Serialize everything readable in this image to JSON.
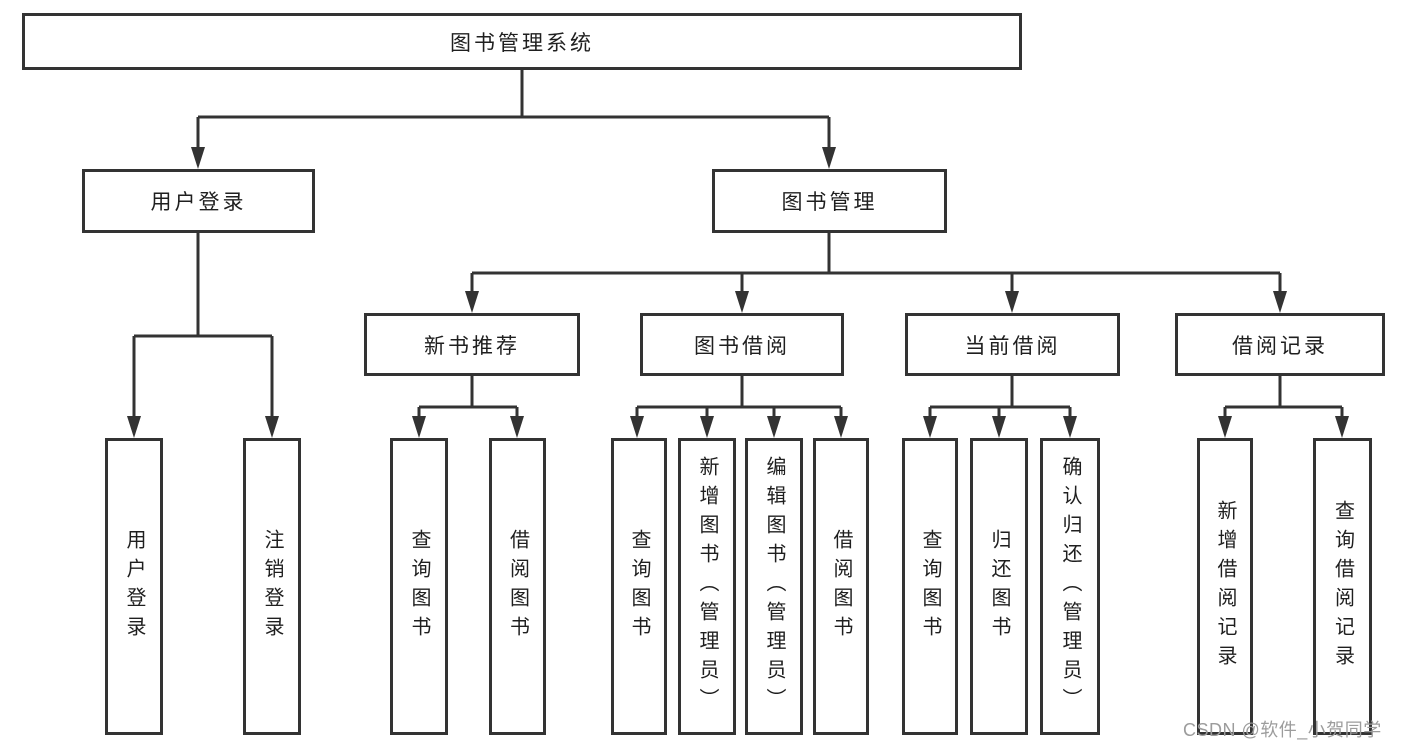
{
  "diagram": {
    "root": {
      "label": "图书管理系统"
    },
    "level2": [
      {
        "label": "用户登录"
      },
      {
        "label": "图书管理"
      }
    ],
    "level3": [
      {
        "label": "新书推荐"
      },
      {
        "label": "图书借阅"
      },
      {
        "label": "当前借阅"
      },
      {
        "label": "借阅记录"
      }
    ],
    "leaves": [
      {
        "label": "用户登录"
      },
      {
        "label": "注销登录"
      },
      {
        "label": "查询图书"
      },
      {
        "label": "借阅图书"
      },
      {
        "label": "查询图书"
      },
      {
        "label": "新增图书（管理员）"
      },
      {
        "label": "编辑图书（管理员）"
      },
      {
        "label": "借阅图书"
      },
      {
        "label": "查询图书"
      },
      {
        "label": "归还图书"
      },
      {
        "label": "确认归还（管理员）"
      },
      {
        "label": "新增借阅记录"
      },
      {
        "label": "查询借阅记录"
      }
    ]
  },
  "watermark": {
    "text": "CSDN @软件_小贺同学"
  },
  "colors": {
    "background": "#ffffff",
    "line": "#333333",
    "text": "#1f1f1f",
    "watermark": "#9c9c9c"
  }
}
